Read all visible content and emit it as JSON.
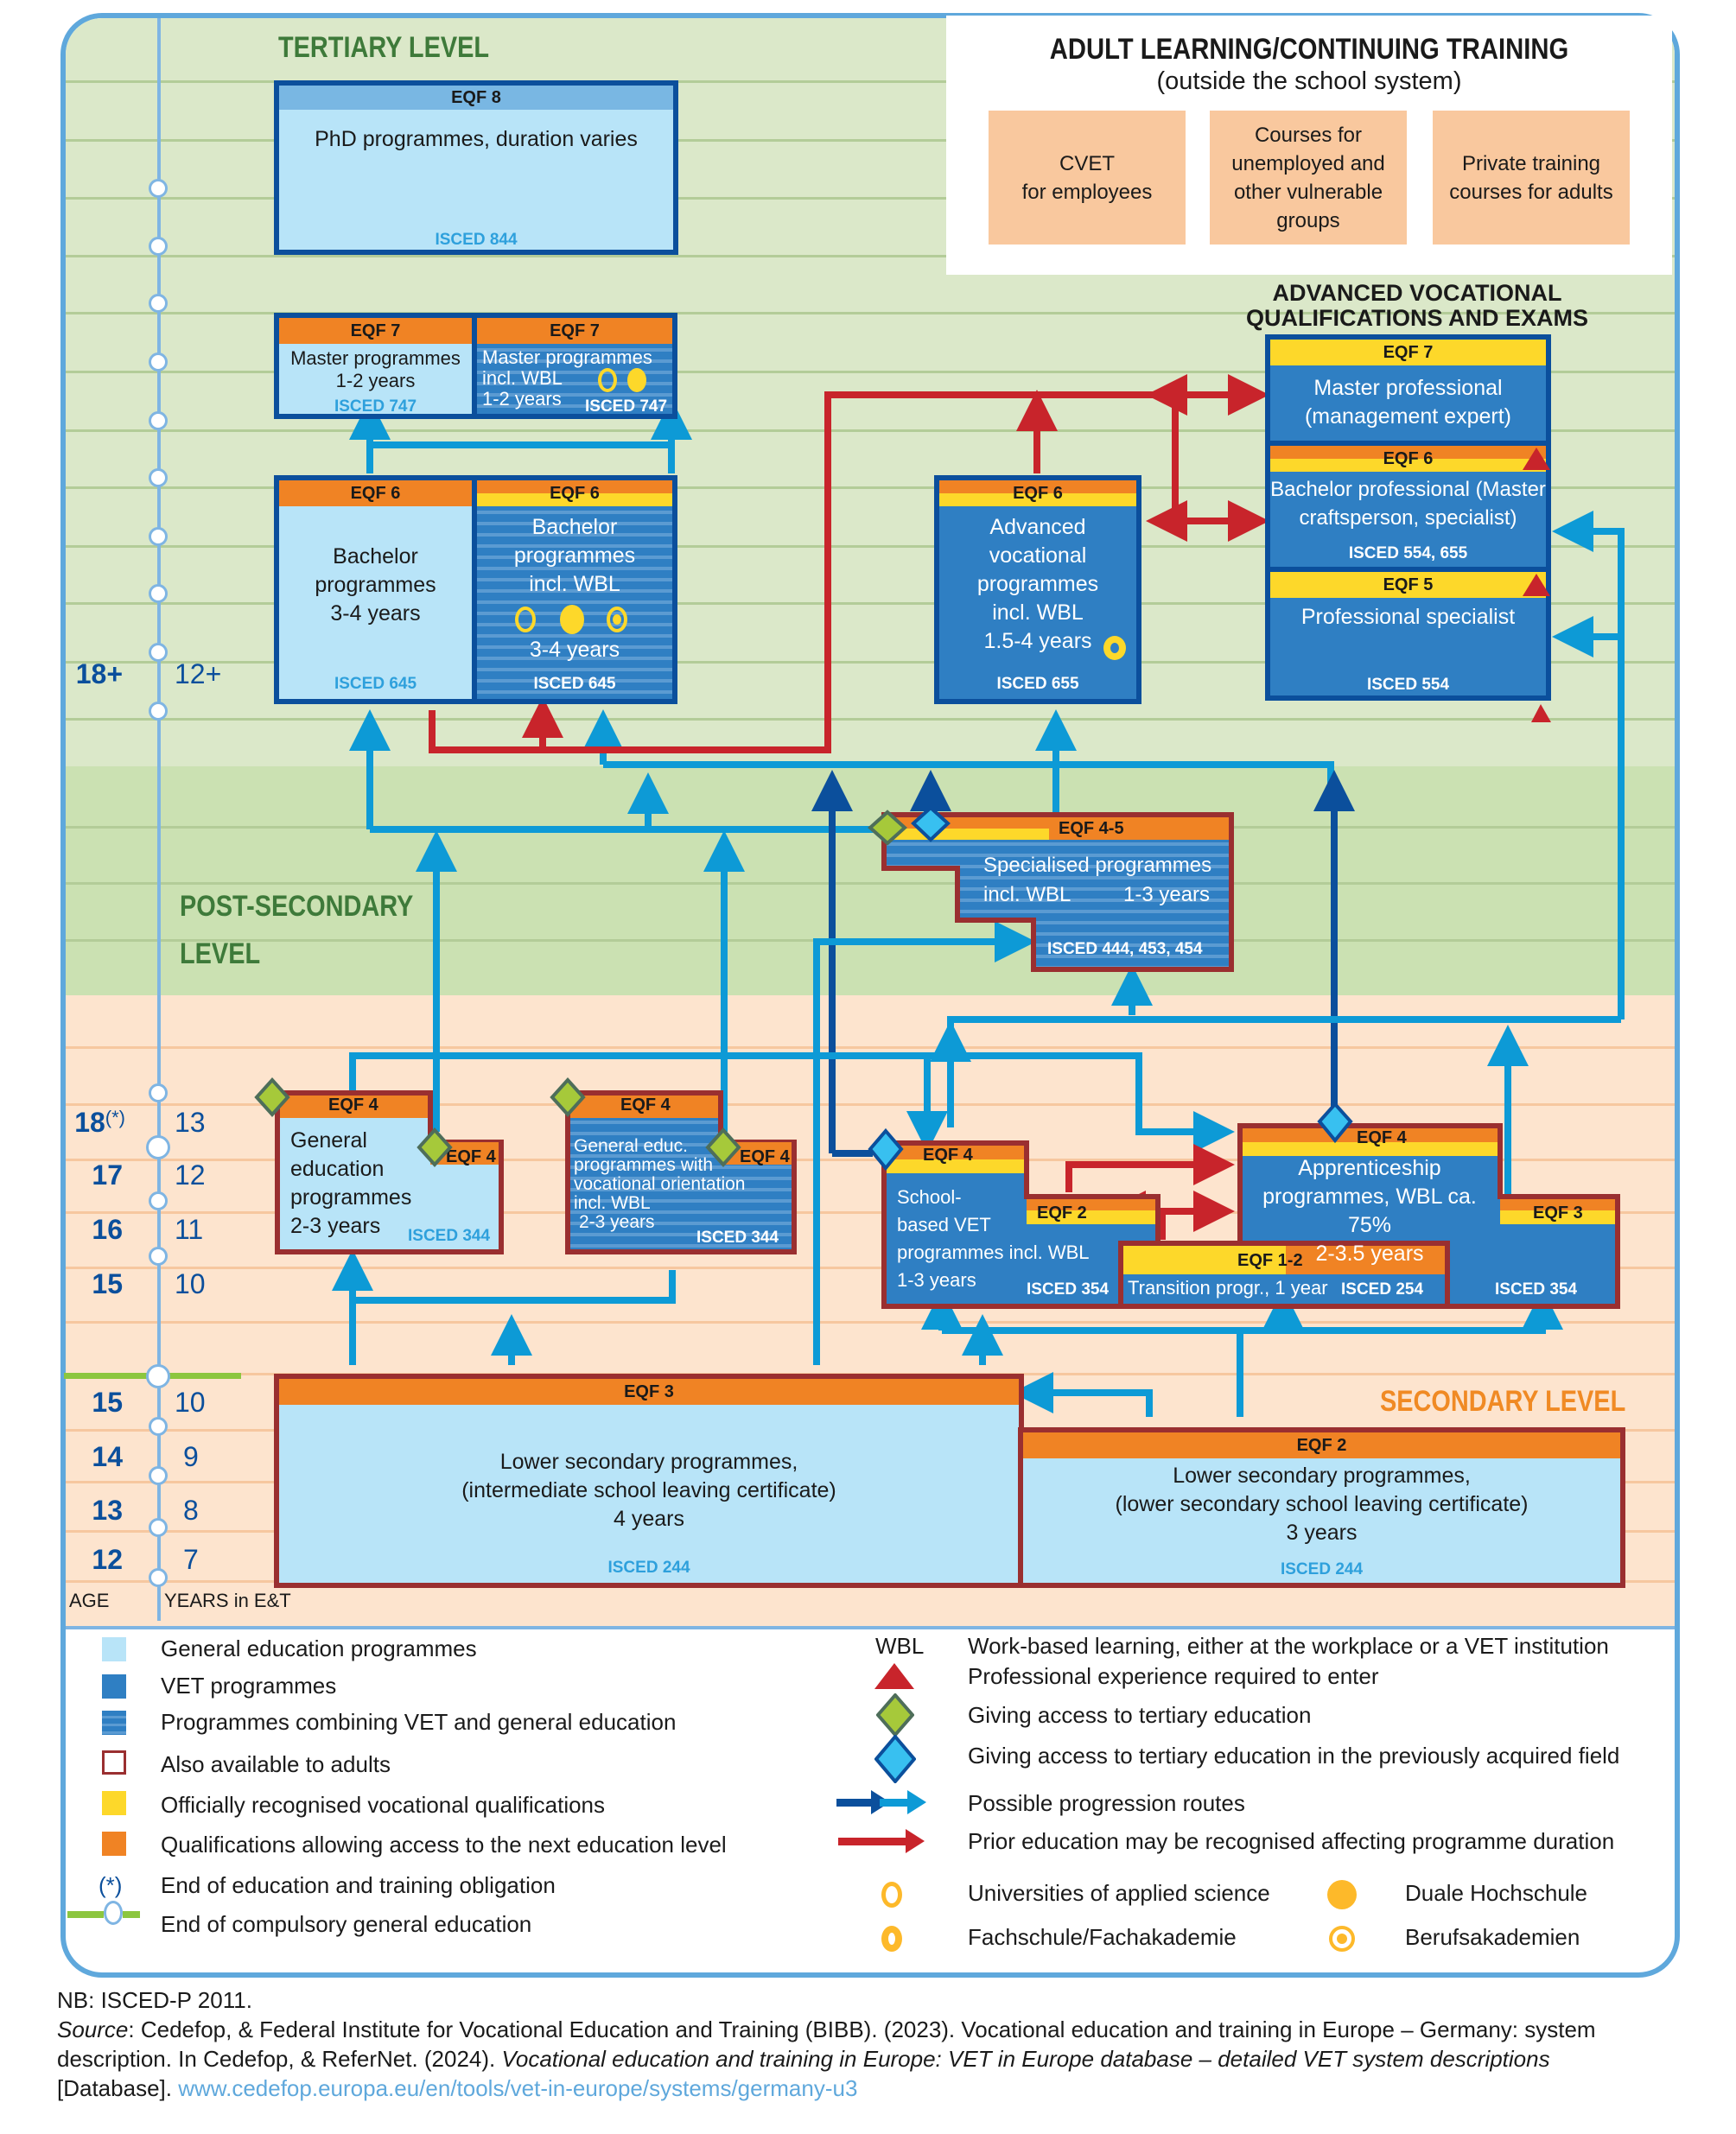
{
  "levels": {
    "tertiary": "TERTIARY LEVEL",
    "post_secondary_line1": "POST-SECONDARY",
    "post_secondary_line2": "LEVEL",
    "secondary": "SECONDARY LEVEL"
  },
  "adult_learning": {
    "title": "ADULT LEARNING/CONTINUING TRAINING",
    "subtitle": "(outside the school system)",
    "boxes": [
      {
        "line1": "CVET",
        "line2": "for employees"
      },
      {
        "line1": "Courses for",
        "line2": "unemployed and",
        "line3": "other vulnerable",
        "line4": "groups"
      },
      {
        "line1": "Private training",
        "line2": "courses for adults"
      }
    ]
  },
  "advanced_vocational": {
    "title_line1": "ADVANCED VOCATIONAL",
    "title_line2": "QUALIFICATIONS AND EXAMS"
  },
  "programmes": {
    "phd": {
      "eqf": "EQF 8",
      "title": "PhD programmes, duration varies",
      "isced": "ISCED 844"
    },
    "master": {
      "eqf": "EQF 7",
      "line1": "Master programmes",
      "line2": "1-2 years",
      "isced": "ISCED 747"
    },
    "master_wbl": {
      "eqf": "EQF 7",
      "line1": "Master programmes",
      "line2": "incl. WBL",
      "line3": "1-2 years",
      "isced": "ISCED 747"
    },
    "bachelor": {
      "eqf": "EQF 6",
      "line1": "Bachelor",
      "line2": "programmes",
      "line3": "3-4 years",
      "isced": "ISCED 645"
    },
    "bachelor_wbl": {
      "eqf": "EQF 6",
      "line1": "Bachelor",
      "line2": "programmes",
      "line3": "incl. WBL",
      "line4": "3-4 years",
      "isced": "ISCED 645"
    },
    "advanced_voc": {
      "eqf": "EQF 6",
      "line1": "Advanced",
      "line2": "vocational",
      "line3": "programmes",
      "line4": "incl. WBL",
      "line5": "1.5-4 years",
      "isced": "ISCED 655"
    },
    "master_professional": {
      "eqf": "EQF 7",
      "line1": "Master professional",
      "line2": "(management expert)"
    },
    "bachelor_professional": {
      "eqf": "EQF 6",
      "line1": "Bachelor professional (Master",
      "line2": "craftsperson, specialist)",
      "isced": "ISCED 554, 655"
    },
    "professional_specialist": {
      "eqf": "EQF 5",
      "line1": "Professional specialist",
      "isced": "ISCED 554"
    },
    "specialised": {
      "eqf": "EQF 4-5",
      "line1": "Specialised programmes",
      "line2a": "incl. WBL",
      "line2b": "1-3 years",
      "isced": "ISCED 444, 453, 454"
    },
    "general_edu": {
      "eqf": "EQF 4",
      "eqf2": "EQF 4",
      "line1": "General",
      "line2": "education",
      "line3": "programmes",
      "line4": "2-3 years",
      "isced": "ISCED 344"
    },
    "general_voc": {
      "eqf": "EQF 4",
      "eqf2": "EQF 4",
      "line1": "General educ.",
      "line2": "programmes with",
      "line3": "vocational orientation",
      "line4": "incl. WBL",
      "line5": "2-3 years",
      "isced": "ISCED 344"
    },
    "school_vet": {
      "eqf": "EQF 4",
      "eqf2": "EQF 2",
      "line1": "School-",
      "line2": "based VET",
      "line3": "programmes incl. WBL",
      "line4": "1-3 years",
      "isced": "ISCED 354"
    },
    "transition": {
      "eqf": "EQF 1-2",
      "line1": "Transition progr., 1 year",
      "isced": "ISCED 254"
    },
    "apprenticeship": {
      "eqf": "EQF 4",
      "eqf2": "EQF 3",
      "line1": "Apprenticeship",
      "line2": "programmes, WBL ca. 75%",
      "line3": "2-3.5 years",
      "isced": "ISCED 354"
    },
    "lower_sec_intermediate": {
      "eqf": "EQF 3",
      "line1": "Lower secondary programmes,",
      "line2": "(intermediate school leaving certificate)",
      "line3": "4 years",
      "isced": "ISCED 244"
    },
    "lower_sec": {
      "eqf": "EQF 2",
      "line1": "Lower secondary programmes,",
      "line2": "(lower secondary school leaving certificate)",
      "line3": "3 years",
      "isced": "ISCED 244"
    }
  },
  "age_axis": {
    "rows": [
      {
        "age": "18+",
        "years": "12+"
      },
      {
        "age": "18",
        "marker": "(*)",
        "years": "13"
      },
      {
        "age": "17",
        "years": "12"
      },
      {
        "age": "16",
        "years": "11"
      },
      {
        "age": "15",
        "years": "10"
      },
      {
        "age": "15",
        "years": "10"
      },
      {
        "age": "14",
        "years": "9"
      },
      {
        "age": "13",
        "years": "8"
      },
      {
        "age": "12",
        "years": "7"
      }
    ],
    "age_label": "AGE",
    "years_label": "YEARS in E&T"
  },
  "legend": {
    "left": [
      {
        "icon": "general-education-swatch",
        "label": "General education programmes"
      },
      {
        "icon": "vet-swatch",
        "label": "VET programmes"
      },
      {
        "icon": "combined-swatch",
        "label": "Programmes combining VET and general education"
      },
      {
        "icon": "adults-outline-swatch",
        "label": "Also available to adults"
      },
      {
        "icon": "yellow-swatch",
        "label": "Officially recognised vocational qualifications"
      },
      {
        "icon": "orange-swatch",
        "label": "Qualifications allowing access to the next education level"
      },
      {
        "icon": "asterisk-marker",
        "symbol": "(*)",
        "label": "End of education and training obligation"
      },
      {
        "icon": "compulsory-end-marker",
        "label": "End of compulsory general education"
      }
    ],
    "right": [
      {
        "icon": "wbl-text",
        "symbol": "WBL",
        "label": "Work-based learning, either at the workplace or a VET institution"
      },
      {
        "icon": "red-triangle",
        "label": "Professional experience required to enter"
      },
      {
        "icon": "green-diamond",
        "label": "Giving access to tertiary education"
      },
      {
        "icon": "blue-diamond",
        "label": "Giving access to tertiary education in the previously acquired field"
      },
      {
        "icon": "blue-arrows",
        "label": "Possible progression routes"
      },
      {
        "icon": "red-arrow",
        "label": "Prior education may be recognised affecting programme duration"
      }
    ],
    "institutions": [
      {
        "icon": "open-circle",
        "label": "Universities of applied science"
      },
      {
        "icon": "filled-circle",
        "label": "Duale Hochschule"
      },
      {
        "icon": "dot-circle",
        "label": "Fachschule/Fachakademie"
      },
      {
        "icon": "ring-dot-circle",
        "label": "Berufsakademien"
      }
    ]
  },
  "footer": {
    "nb": "NB: ISCED-P 2011.",
    "source_label": "Source",
    "source_text1": ": Cedefop, & Federal Institute for Vocational Education and Training (BIBB). (2023). Vocational education and training in Europe – Germany: system",
    "source_text2": "description. In Cedefop, & ReferNet. (2024). ",
    "source_italic": "Vocational education and training in Europe: VET in Europe database – detailed VET system descriptions",
    "source_text3": "[Database]. ",
    "link": "www.cedefop.europa.eu/en/tools/vet-in-europe/systems/germany-u3"
  },
  "colors": {
    "general": "#b8e4f8",
    "vet": "#2f7fc3",
    "yellow": "#fdd82a",
    "orange": "#f08324",
    "adult_border": "#9a2f30",
    "arrow_light": "#0d9ad6",
    "arrow_dark": "#0b4f9c",
    "arrow_red": "#c8242b",
    "diamond_green": "#a6c93a",
    "diamond_blue": "#38c0f0"
  }
}
